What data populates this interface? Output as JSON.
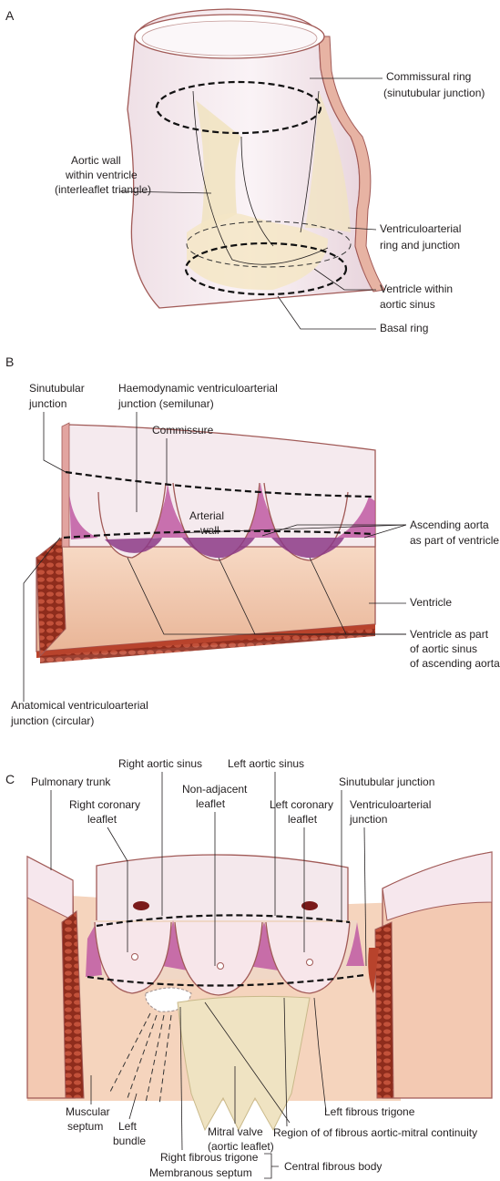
{
  "panels": {
    "a": {
      "letter": "A",
      "labels": {
        "commissural_ring": [
          "Commissural ring",
          "(sinutubular junction)"
        ],
        "aortic_wall": [
          "Aortic wall",
          "within ventricle",
          "(interleaflet triangle)"
        ],
        "va_ring": [
          "Ventriculoarterial",
          "ring and junction"
        ],
        "ventricle_sinus": [
          "Ventricle within",
          "aortic sinus"
        ],
        "basal_ring": [
          "Basal ring"
        ]
      }
    },
    "b": {
      "letter": "B",
      "labels": {
        "sinutubular": [
          "Sinutubular",
          "junction"
        ],
        "haemodynamic": [
          "Haemodynamic ventriculoarterial",
          "junction (semilunar)"
        ],
        "commissure": [
          "Commissure"
        ],
        "arterial_wall": [
          "Arterial",
          "wall"
        ],
        "ascending_aorta": [
          "Ascending aorta",
          "as part of ventricle"
        ],
        "ventricle": [
          "Ventricle"
        ],
        "ventricle_part": [
          "Ventricle as part",
          "of aortic sinus",
          "of ascending aorta"
        ],
        "anatomical": [
          "Anatomical ventriculoarterial",
          "junction (circular)"
        ]
      }
    },
    "c": {
      "letter": "C",
      "labels": {
        "pulmonary_trunk": [
          "Pulmonary trunk"
        ],
        "right_aortic_sinus": [
          "Right aortic sinus"
        ],
        "left_aortic_sinus": [
          "Left aortic sinus"
        ],
        "sinutubular_junction": [
          "Sinutubular junction"
        ],
        "right_coronary": [
          "Right coronary",
          "leaflet"
        ],
        "non_adjacent": [
          "Non-adjacent",
          "leaflet"
        ],
        "left_coronary": [
          "Left coronary",
          "leaflet"
        ],
        "va_junction": [
          "Ventriculoarterial",
          "junction"
        ],
        "muscular_septum": [
          "Muscular",
          "septum"
        ],
        "left_bundle": [
          "Left",
          "bundle"
        ],
        "mitral_valve": [
          "Mitral valve",
          "(aortic leaflet)"
        ],
        "left_fibrous_trigone": [
          "Left fibrous trigone"
        ],
        "region_fibrous": [
          "Region of of fibrous aortic-mitral continuity"
        ],
        "right_fibrous_trigone": [
          "Right fibrous trigone"
        ],
        "membranous_septum": [
          "Membranous septum"
        ],
        "central_fibrous_body": [
          "Central fibrous body"
        ]
      }
    }
  },
  "colors": {
    "aortic_wall": "#f3e7ec",
    "aortic_wall_inner": "#e9d6de",
    "leaflet_tan": "#f1e3c2",
    "ventricle_peach": "#f4cdb3",
    "muscle_red": "#b8432c",
    "magenta": "#c05aa2",
    "outline": "#a15a57",
    "text": "#231f20"
  }
}
